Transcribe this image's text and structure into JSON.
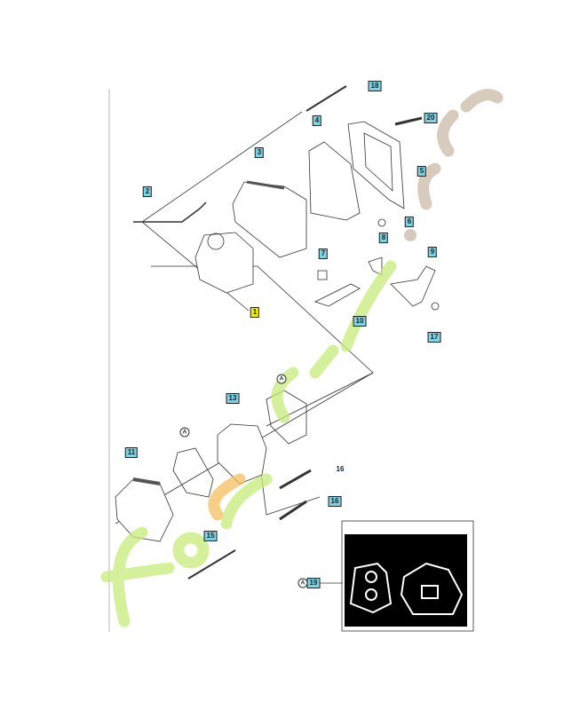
{
  "diagram": {
    "callouts": [
      {
        "id": "c18",
        "text": "18",
        "style": "box"
      },
      {
        "id": "c20",
        "text": "20",
        "style": "box"
      },
      {
        "id": "c4",
        "text": "4",
        "style": "box"
      },
      {
        "id": "c3",
        "text": "3",
        "style": "box"
      },
      {
        "id": "c5",
        "text": "5",
        "style": "box"
      },
      {
        "id": "c2",
        "text": "2",
        "style": "box"
      },
      {
        "id": "c6",
        "text": "6",
        "style": "box"
      },
      {
        "id": "c8",
        "text": "8",
        "style": "box"
      },
      {
        "id": "c7",
        "text": "7",
        "style": "box"
      },
      {
        "id": "c9",
        "text": "9",
        "style": "box"
      },
      {
        "id": "c1",
        "text": "1",
        "style": "highlight"
      },
      {
        "id": "c10",
        "text": "10",
        "style": "box"
      },
      {
        "id": "c17",
        "text": "17",
        "style": "box"
      },
      {
        "id": "c13",
        "text": "13",
        "style": "box"
      },
      {
        "id": "c11",
        "text": "11",
        "style": "box"
      },
      {
        "id": "c16a",
        "text": "16",
        "style": "plain"
      },
      {
        "id": "c16b",
        "text": "16",
        "style": "box"
      },
      {
        "id": "c15",
        "text": "15",
        "style": "box"
      },
      {
        "id": "c19",
        "text": "19",
        "style": "box"
      }
    ],
    "markers": [
      "A",
      "A",
      "A"
    ],
    "colors": {
      "callout": "#7fd3e0",
      "highlight": "#f4f000",
      "watermark_green": "#c8ec7a",
      "watermark_gray": "#c9b9a8",
      "watermark_orange": "#f5c060"
    }
  },
  "watermark": "forestgarden.com"
}
